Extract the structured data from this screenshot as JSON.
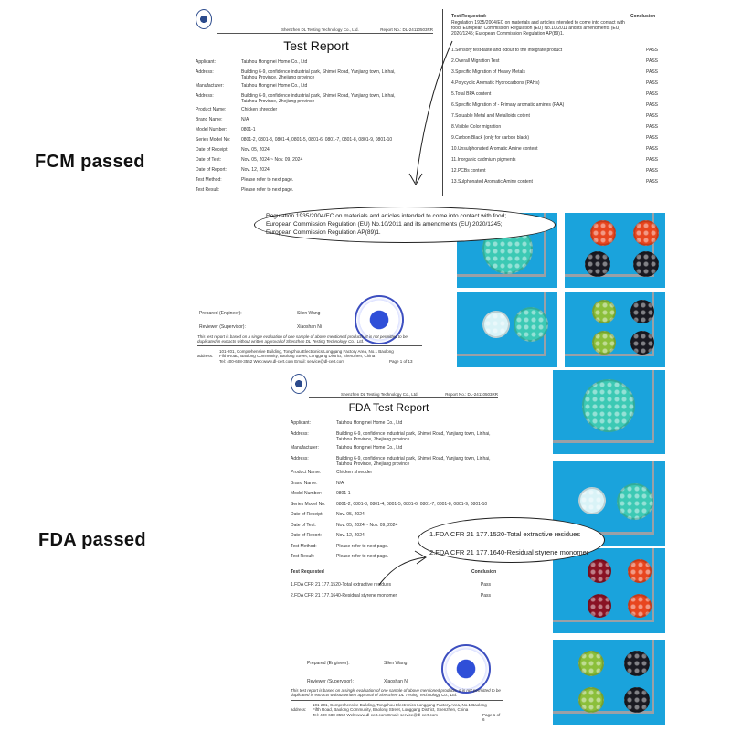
{
  "labels": {
    "fcm": "FCM passed",
    "fda": "FDA passed"
  },
  "company": "Shenzhen DL Testing Technology Co., Ltd.",
  "fcm_report": {
    "report_no": "Report No.: DL-24110503RR",
    "title": "Test Report",
    "fields": [
      {
        "k": "Applicant:",
        "v": "Taizhou Hongmei Home Co., Ltd"
      },
      {
        "k": "Address:",
        "v": "Building 6-9, confidence industrial park, Shimei Road, Yanjiang town, Linhai, Taizhou Province, Zhejiang province"
      },
      {
        "k": "Manufacturer:",
        "v": "Taizhou Hongmei Home Co., Ltd"
      },
      {
        "k": "Address:",
        "v": "Building 6-9, confidence industrial park, Shimei Road, Yanjiang town, Linhai, Taizhou Province, Zhejiang province"
      },
      {
        "k": "Product Name:",
        "v": "Chicken shredder"
      },
      {
        "k": "Brand Name:",
        "v": "N/A"
      },
      {
        "k": "Model Number:",
        "v": "0801-1"
      },
      {
        "k": "Series Model No:",
        "v": "0801-2, 0801-3, 0801-4, 0801-5, 0801-6, 0801-7, 0801-8, 0801-9, 0801-10"
      },
      {
        "k": "Date of Receipt:",
        "v": "Nov. 05, 2024"
      },
      {
        "k": "Date of Test:",
        "v": "Nov. 05, 2024 ~ Nov. 09, 2024"
      },
      {
        "k": "Date of Report:",
        "v": "Nov. 12, 2024"
      },
      {
        "k": "Test Method:",
        "v": "Please refer to next page."
      },
      {
        "k": "Test Result:",
        "v": "Please refer to next page."
      }
    ],
    "callout": [
      "Regulation 1935/2004/EC on materials and articles intended to come into contact with food;",
      "European Commission Regulation (EU) No.10/2011 and its amendments (EU) 2020/1245;",
      "European Commission Regulation AP(89)1."
    ],
    "prepared_label": "Prepared (Engineer):",
    "prepared_name": "Silen Wang",
    "reviewer_label": "Reviewer (Supervisor):",
    "reviewer_name": "Xiaoshan Ni",
    "disclaimer": "This test report is based on a single evaluation of one sample of above mentioned products. It is not permitted to be duplicated in extracts without written approval of Shenzhen DL Testing Technology Co., Ltd.",
    "address_label": "address:",
    "address": "101-201, Comprehensive Building, Tongzhou Electronics Longgang Factory Area, No.1 Baolong Fifth Road, Baolong Community, Baolong Street, Longgang District, Shenzhen, China",
    "contact": "Tel: 400-688-3552   Web:www.dl-cert.com   Email: service@dl-cert.com",
    "page": "Page 1 of 13"
  },
  "fcm_tests": {
    "header": "Test Requested:",
    "conclusion_header": "Conclusion",
    "intro": "Regulation 1935/2004/EC on materials and articles intended to come into contact with food; European Commission Regulation (EU) No.10/2011 and its amendments (EU) 2020/1245; European Commission Regulation AP(89)1.",
    "items": [
      {
        "t": "1.Sensory test-taste and odour to the integrate product",
        "c": "PASS"
      },
      {
        "t": "2.Overall Migration Test",
        "c": "PASS"
      },
      {
        "t": "3.Specific Migration of Heavy Metals",
        "c": "PASS"
      },
      {
        "t": "4.Polycyclic Aromatic Hydrocarbons (PAHs)",
        "c": "PASS"
      },
      {
        "t": "5.Total BPA content",
        "c": "PASS"
      },
      {
        "t": "6.Specific Migration of - Primary aromatic amines (PAA)",
        "c": "PASS"
      },
      {
        "t": "7.Soluable Metal and Metalloids cotent",
        "c": "PASS"
      },
      {
        "t": "8.Visible Color migration",
        "c": "PASS"
      },
      {
        "t": "9.Carbon Black (only for carbon black)",
        "c": "PASS"
      },
      {
        "t": "10.Unsulphonated Aromatic Amine content",
        "c": "PASS"
      },
      {
        "t": "11.Inorganic cadmium pigments",
        "c": "PASS"
      },
      {
        "t": "12.PCBs content",
        "c": "PASS"
      },
      {
        "t": "13.Sulphonated Aromatic Amine content",
        "c": "PASS"
      }
    ]
  },
  "fda_report": {
    "report_no": "Report No.: DL-24110503RR",
    "title": "FDA Test Report",
    "fields": [
      {
        "k": "Applicant:",
        "v": "Taizhou Hongmei Home Co., Ltd"
      },
      {
        "k": "Address:",
        "v": "Building 6-9, confidence industrial park, Shimei Road, Yanjiang town, Linhai, Taizhou Province, Zhejiang province"
      },
      {
        "k": "Manufacturer:",
        "v": "Taizhou Hongmei Home Co., Ltd"
      },
      {
        "k": "Address:",
        "v": "Building 6-9, confidence industrial park, Shimei Road, Yanjiang town, Linhai, Taizhou Province, Zhejiang province"
      },
      {
        "k": "Product Name:",
        "v": "Chicken shredder"
      },
      {
        "k": "Brand Name:",
        "v": "N/A"
      },
      {
        "k": "Model Number:",
        "v": "0801-1"
      },
      {
        "k": "Series Model No:",
        "v": "0801-2, 0801-3, 0801-4, 0801-5, 0801-6, 0801-7, 0801-8, 0801-9, 0801-10"
      },
      {
        "k": "Date of Receipt:",
        "v": "Nov. 05, 2024"
      },
      {
        "k": "Date of Test:",
        "v": "Nov. 05, 2024 ~ Nov. 09, 2024"
      },
      {
        "k": "Date of Report:",
        "v": "Nov. 12, 2024"
      },
      {
        "k": "Test Method:",
        "v": "Please refer to next page."
      },
      {
        "k": "Test Result:",
        "v": "Please refer to next page."
      }
    ],
    "tests_header": "Test Requested",
    "conclusion_header": "Conclusion",
    "tests": [
      {
        "t": "1.FDA CFR 21 177.1520-Total extractive residues",
        "c": "Pass"
      },
      {
        "t": "2.FDA CFR 21 177.1640-Residual styrene monomer",
        "c": "Pass"
      }
    ],
    "callout": [
      "1.FDA CFR 21 177.1520-Total extractive residues",
      "2.FDA CFR 21 177.1640-Residual styrene monomer"
    ],
    "prepared_label": "Prepared (Engineer):",
    "prepared_name": "Silen Wang",
    "reviewer_label": "Reviewer (Supervisor):",
    "reviewer_name": "Xiaoshan Ni",
    "disclaimer": "This test report is based on a single evaluation of one sample of above mentioned products. It is not permitted to be duplicated in extracts without written approval of Shenzhen DL Testing Technology Co., Ltd.",
    "address_label": "address:",
    "address": "101-201, Comprehensive Building, Tongzhou Electronics Longgang Factory Area, No.1 Baolong Fifth Road, Baolong Community, Baolong Street, Longgang District, Shenzhen, China",
    "contact": "Tel: 400-688-3552   Web:www.dl-cert.com   Email: service@dl-cert.com",
    "page": "Page 1 of 6"
  },
  "colors": {
    "photo_bg": "#1aa3dc",
    "teal": "#3cc9b4",
    "red": "#e8461f",
    "black": "#1a1a22",
    "green": "#8bbf3a",
    "maroon": "#8a1224"
  }
}
